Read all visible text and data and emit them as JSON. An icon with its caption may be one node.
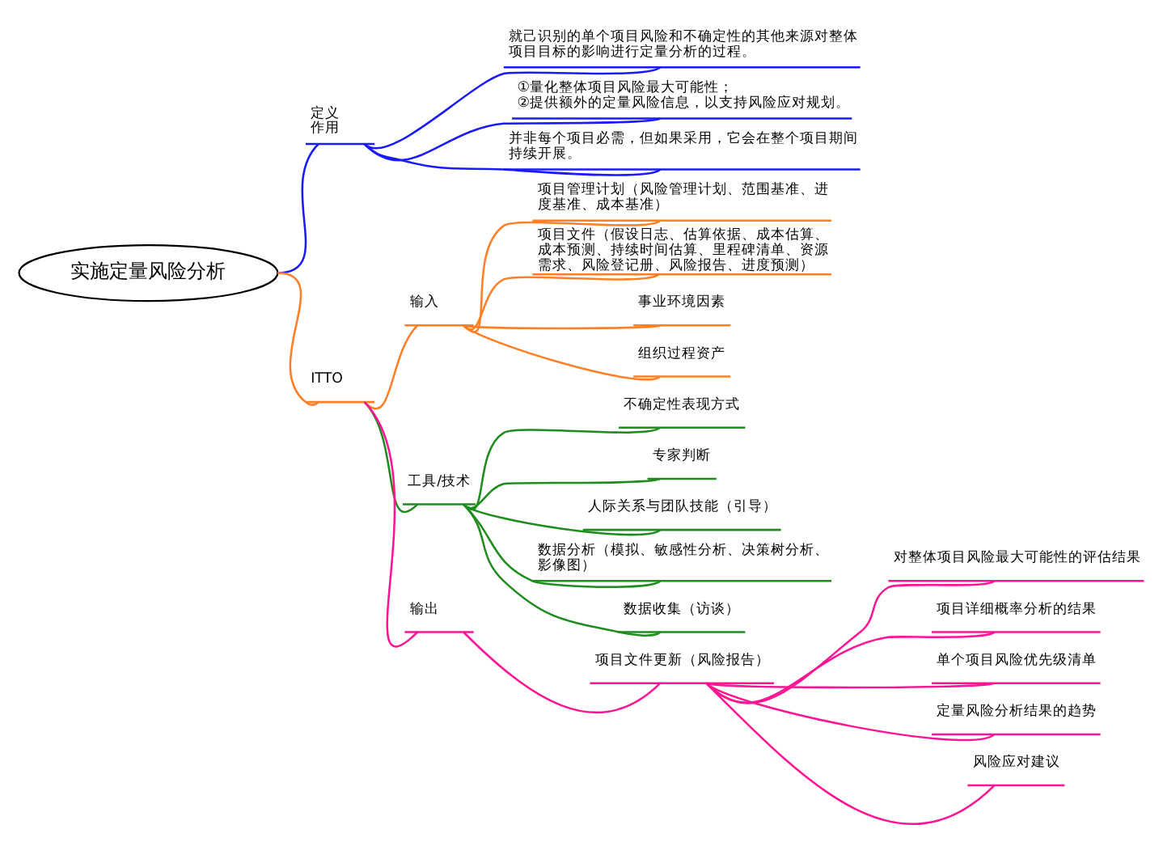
{
  "diagram": {
    "nodes": [
      {
        "text": [
          "实施定量风险分析"
        ]
      },
      {
        "text": [
          "定义",
          "作用"
        ]
      },
      {
        "text": [
          "就己识别的单个项目风险和不确定性的其他来源对整体项目目标的影响进行定量分析的过程。"
        ]
      },
      {
        "text": [
          "①量化整体项目风险最大可能性；",
          "②提供额外的定量风险信息，以支持风险应对规划。"
        ]
      },
      {
        "text": [
          "并非每个项目必需，但如果采用，它会在整个项目期间持续开展。"
        ]
      },
      {
        "text": [
          "ITTO"
        ]
      },
      {
        "text": [
          "输入"
        ]
      },
      {
        "text": [
          "项目管理计划（风险管理计划、范围基准、进度基准、成本基准）"
        ]
      },
      {
        "text": [
          "项目文件（假设日志、估算依据、成本估算、成本预测、持续时间估算、里程碑清单、资源需求、风险登记册、风险报告、进度预测）"
        ]
      },
      {
        "text": [
          "事业环境因素"
        ]
      },
      {
        "text": [
          "组织过程资产"
        ]
      },
      {
        "text": [
          "工具/技术"
        ]
      },
      {
        "text": [
          "不确定性表现方式"
        ]
      },
      {
        "text": [
          "专家判断"
        ]
      },
      {
        "text": [
          "人际关系与团队技能（引导）"
        ]
      },
      {
        "text": [
          "数据分析（模拟、敏感性分析、决策树分析、影像图）"
        ]
      },
      {
        "text": [
          "数据收集（访谈）"
        ]
      },
      {
        "text": [
          "输出"
        ]
      },
      {
        "text": [
          "项目文件更新（风险报告）"
        ]
      },
      {
        "text": [
          "对整体项目风险最大可能性的评估结果"
        ]
      },
      {
        "text": [
          "项目详细概率分析的结果"
        ]
      },
      {
        "text": [
          "单个项目风险优先级清单"
        ]
      },
      {
        "text": [
          "定量风险分析结果的趋势"
        ]
      },
      {
        "text": [
          "风险应对建议"
        ]
      }
    ],
    "edges": [
      {
        "from": 0,
        "to": 1,
        "arrow": "none",
        "color": "#1a1aff"
      },
      {
        "from": 1,
        "to": 2,
        "arrow": "none",
        "color": "#1a1aff"
      },
      {
        "from": 1,
        "to": 3,
        "arrow": "none",
        "color": "#1a1aff"
      },
      {
        "from": 1,
        "to": 4,
        "arrow": "none",
        "color": "#1a1aff"
      },
      {
        "from": 0,
        "to": 5,
        "arrow": "none",
        "color": "#ff7f27"
      },
      {
        "from": 5,
        "to": 6,
        "arrow": "none",
        "color": "#ff7f27"
      },
      {
        "from": 6,
        "to": 7,
        "arrow": "none",
        "color": "#ff7f27"
      },
      {
        "from": 6,
        "to": 8,
        "arrow": "none",
        "color": "#ff7f27"
      },
      {
        "from": 6,
        "to": 9,
        "arrow": "none",
        "color": "#ff7f27"
      },
      {
        "from": 6,
        "to": 10,
        "arrow": "none",
        "color": "#ff7f27"
      },
      {
        "from": 5,
        "to": 11,
        "arrow": "none",
        "color": "#1e8c1e"
      },
      {
        "from": 11,
        "to": 12,
        "arrow": "none",
        "color": "#1e8c1e"
      },
      {
        "from": 11,
        "to": 13,
        "arrow": "none",
        "color": "#1e8c1e"
      },
      {
        "from": 11,
        "to": 14,
        "arrow": "none",
        "color": "#1e8c1e"
      },
      {
        "from": 11,
        "to": 15,
        "arrow": "none",
        "color": "#1e8c1e"
      },
      {
        "from": 11,
        "to": 16,
        "arrow": "none",
        "color": "#1e8c1e"
      },
      {
        "from": 5,
        "to": 17,
        "arrow": "none"
      },
      {
        "from": 17,
        "to": 18,
        "arrow": "none"
      },
      {
        "from": 18,
        "to": 19,
        "arrow": "none"
      },
      {
        "from": 18,
        "to": 20,
        "arrow": "none"
      },
      {
        "from": 18,
        "to": 21,
        "arrow": "none"
      },
      {
        "from": 18,
        "to": 22,
        "arrow": "none"
      },
      {
        "from": 18,
        "to": 23,
        "arrow": "none"
      }
    ]
  }
}
